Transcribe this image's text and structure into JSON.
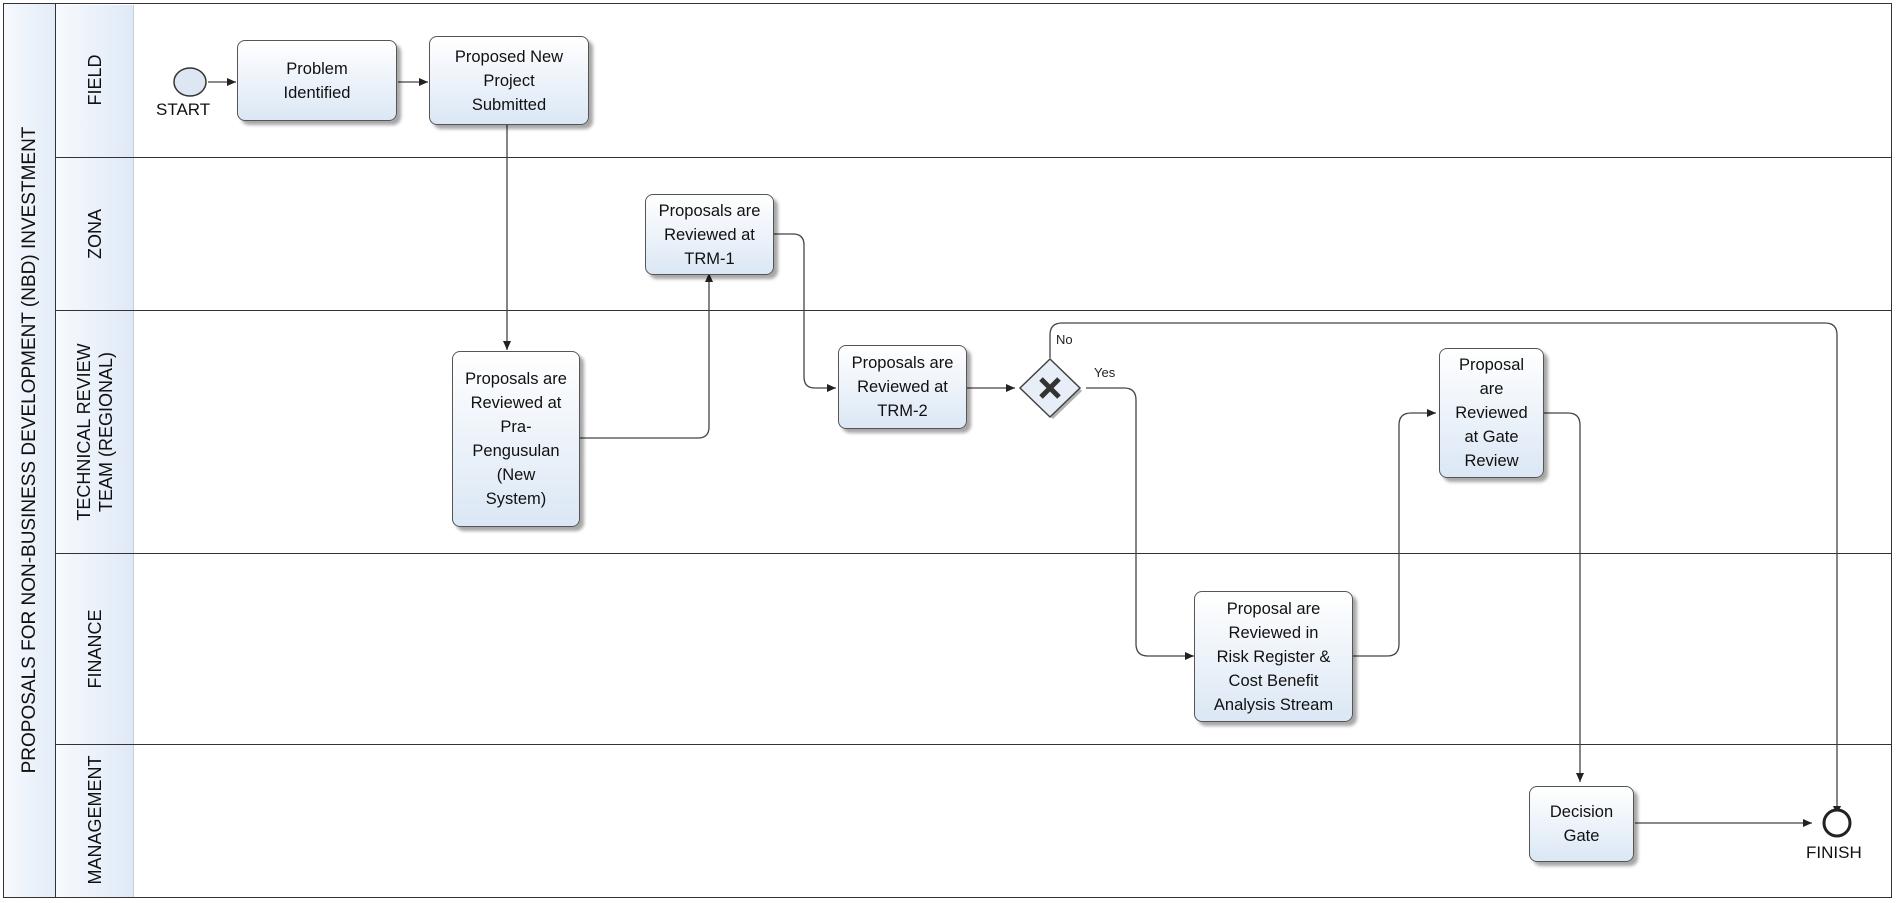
{
  "pool": {
    "title": "PROPOSALS FOR NON-BUSINESS DEVELOPMENT (NBD) INVESTMENT"
  },
  "lanes": [
    {
      "id": "field",
      "label": "FIELD"
    },
    {
      "id": "zona",
      "label": "ZONA"
    },
    {
      "id": "trt",
      "label": "TECHNICAL REVIEW\nTEAM (REGIONAL)"
    },
    {
      "id": "finance",
      "label": "FINANCE"
    },
    {
      "id": "management",
      "label": "MANAGEMENT"
    }
  ],
  "events": {
    "start": "START",
    "finish": "FINISH"
  },
  "tasks": {
    "problem_identified": "Problem\nIdentified",
    "proposed_new_project": "Proposed New\nProject\nSubmitted",
    "reviewed_trm1": "Proposals are\nReviewed at\nTRM-1",
    "reviewed_pra": "Proposals are\nReviewed at\nPra-\nPengusulan\n(New\nSystem)",
    "reviewed_trm2": "Proposals are\nReviewed at\nTRM-2",
    "reviewed_gate": "Proposal\nare\nReviewed\nat Gate\nReview",
    "reviewed_risk": "Proposal are\nReviewed in\nRisk Register &\nCost Benefit\nAnalysis Stream",
    "decision_gate": "Decision\nGate"
  },
  "gateway": {
    "no_label": "No",
    "yes_label": "Yes"
  },
  "colors": {
    "task_fill_top": "#ffffff",
    "task_fill_bottom": "#dbe7f5",
    "lane_header": "#e3ecf8",
    "line": "#333333"
  }
}
